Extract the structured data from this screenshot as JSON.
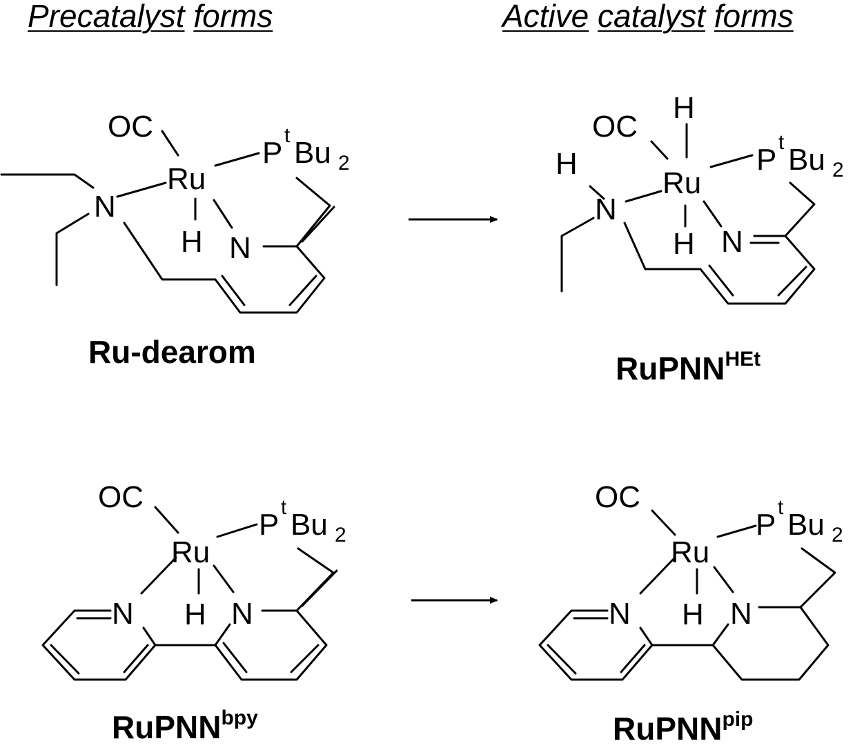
{
  "headings": {
    "precatalyst": [
      "Precatalyst",
      "forms"
    ],
    "active": [
      "Active",
      "catalyst",
      "forms"
    ]
  },
  "atoms": {
    "oc": "OC",
    "ru": "Ru",
    "p": "P",
    "t": "t",
    "bu": "Bu",
    "two": "2",
    "n": "N",
    "h": "H"
  },
  "compounds": {
    "ru_dearom": {
      "name": "Ru-dearom"
    },
    "rupnn_het": {
      "name": "RuPNN",
      "superscript": "HEt"
    },
    "rupnn_bpy": {
      "name": "RuPNN",
      "superscript": "bpy"
    },
    "rupnn_pip": {
      "name": "RuPNN",
      "superscript": "pip"
    }
  }
}
